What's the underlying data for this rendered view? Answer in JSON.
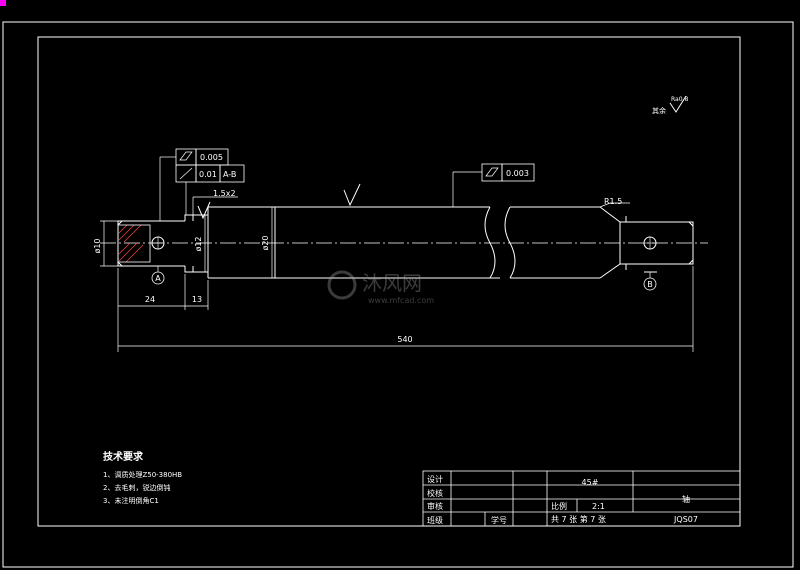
{
  "colors": {
    "background": "#000000",
    "lines": "#ffffff",
    "centerline": "#ffffff",
    "cutting_plane": "#ff4444",
    "watermark": "#888888"
  },
  "tolerance_frames": [
    {
      "symbol": "cylindricity-symbol",
      "value": "0.005",
      "datum": ""
    },
    {
      "symbol": "circular-runout-symbol",
      "value": "0.01",
      "datum": "A-B"
    },
    {
      "symbol": "cylindricity-symbol",
      "value": "0.003",
      "datum": ""
    }
  ],
  "dimensions": {
    "groove": "1.5x2",
    "dia_left": "ø10",
    "dia_shoulder": "ø12",
    "dia_main": "ø20",
    "len_left": "24",
    "len_shoulder": "13",
    "len_total": "540",
    "radius": "R1.5"
  },
  "datums": {
    "a": "A",
    "b": "B"
  },
  "surface_finish": {
    "label": "Ra0.8",
    "other": "其余"
  },
  "tech_requirements": {
    "title": "技术要求",
    "items": [
      "1、调质处理Z50-380HB",
      "2、去毛刺，锐边倒钝",
      "3、未注明倒角C1"
    ]
  },
  "title_block": {
    "design": "设计",
    "check": "校核",
    "review": "审核",
    "class": "班级",
    "student_no": "学号",
    "material": "45#",
    "scale_label": "比例",
    "scale": "2:1",
    "part_name": "轴",
    "sheets": "共 7 张 第 7 张",
    "drawing_no": "JQS07"
  },
  "watermark": {
    "brand": "沐风网",
    "url": "www.mfcad.com"
  }
}
